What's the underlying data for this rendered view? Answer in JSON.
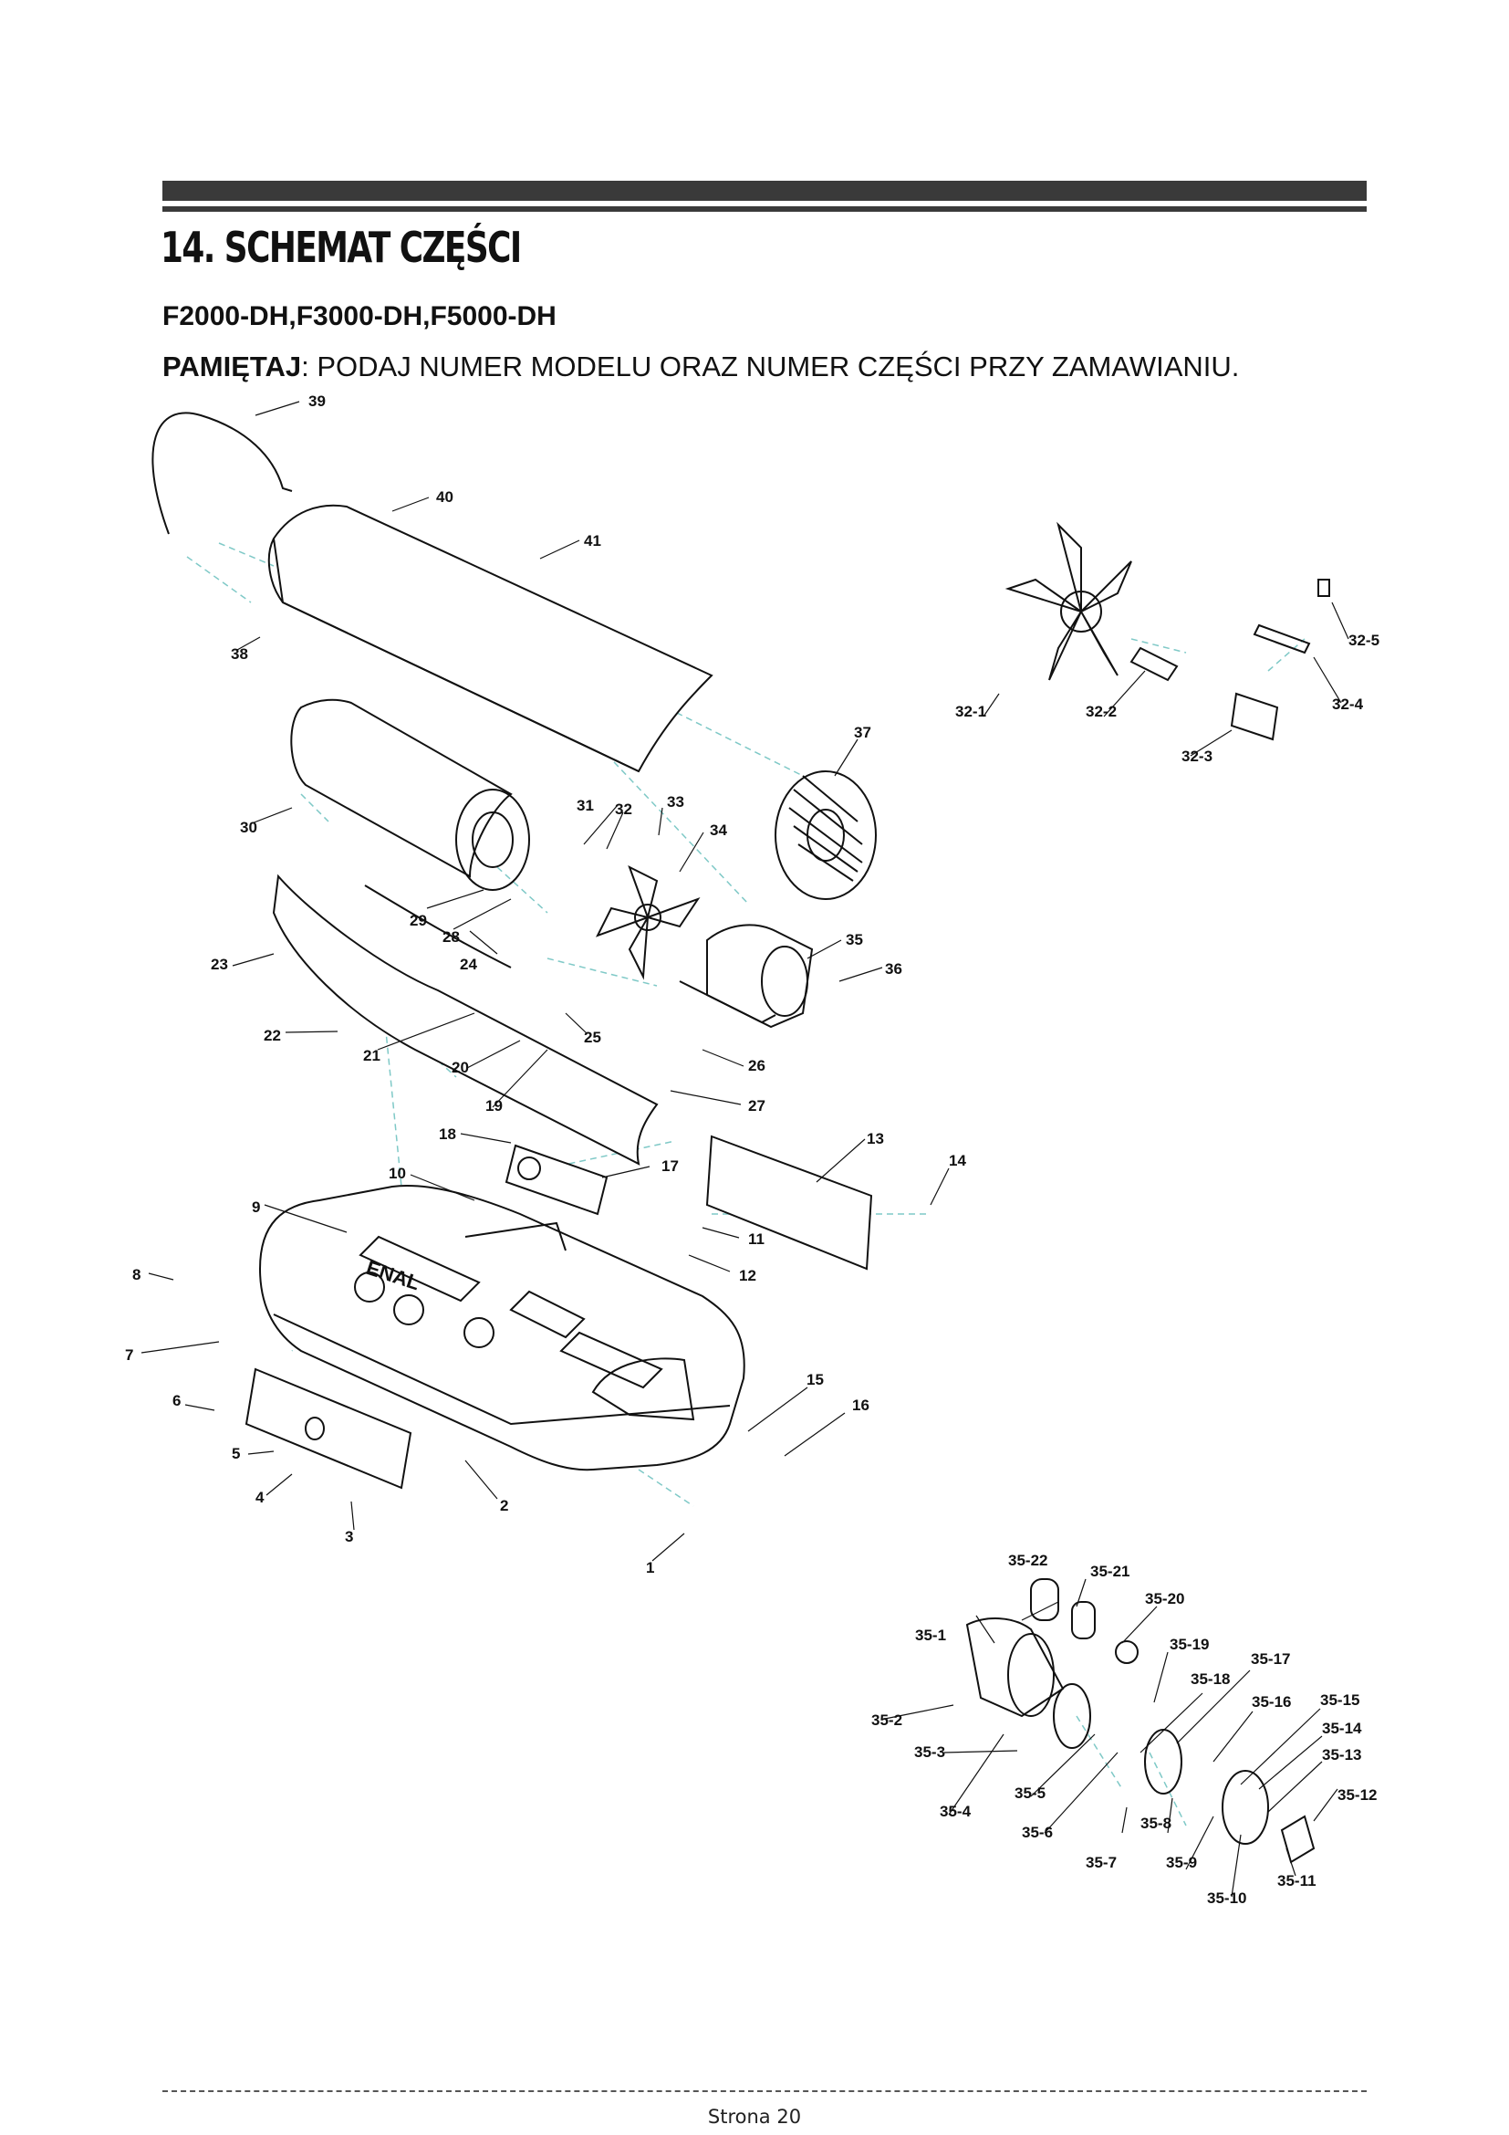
{
  "header": {
    "title": "14. SCHEMAT CZĘŚCI",
    "models": "F2000-DH,F3000-DH,F5000-DH",
    "note_label": "PAMIĘTAJ",
    "note_text": ": PODAJ NUMER MODELU ORAZ NUMER CZĘŚCI PRZY ZAMAWIANIU."
  },
  "diagram": {
    "tank_brand": "ENAL",
    "part_labels": [
      "39",
      "40",
      "41",
      "38",
      "37",
      "30",
      "31",
      "32",
      "33",
      "34",
      "29",
      "28",
      "23",
      "24",
      "35",
      "36",
      "22",
      "21",
      "20",
      "25",
      "26",
      "19",
      "27",
      "18",
      "13",
      "17",
      "14",
      "10",
      "9",
      "11",
      "12",
      "8",
      "7",
      "6",
      "5",
      "4",
      "3",
      "2",
      "15",
      "16",
      "1",
      "32-1",
      "32-2",
      "32-3",
      "32-4",
      "32-5",
      "35-22",
      "35-21",
      "35-20",
      "35-1",
      "35-19",
      "35-18",
      "35-17",
      "35-16",
      "35-15",
      "35-14",
      "35-13",
      "35-12",
      "35-2",
      "35-3",
      "35-4",
      "35-5",
      "35-6",
      "35-7",
      "35-8",
      "35-9",
      "35-10",
      "35-11"
    ]
  },
  "footer": {
    "page_label": "Strona 20"
  }
}
